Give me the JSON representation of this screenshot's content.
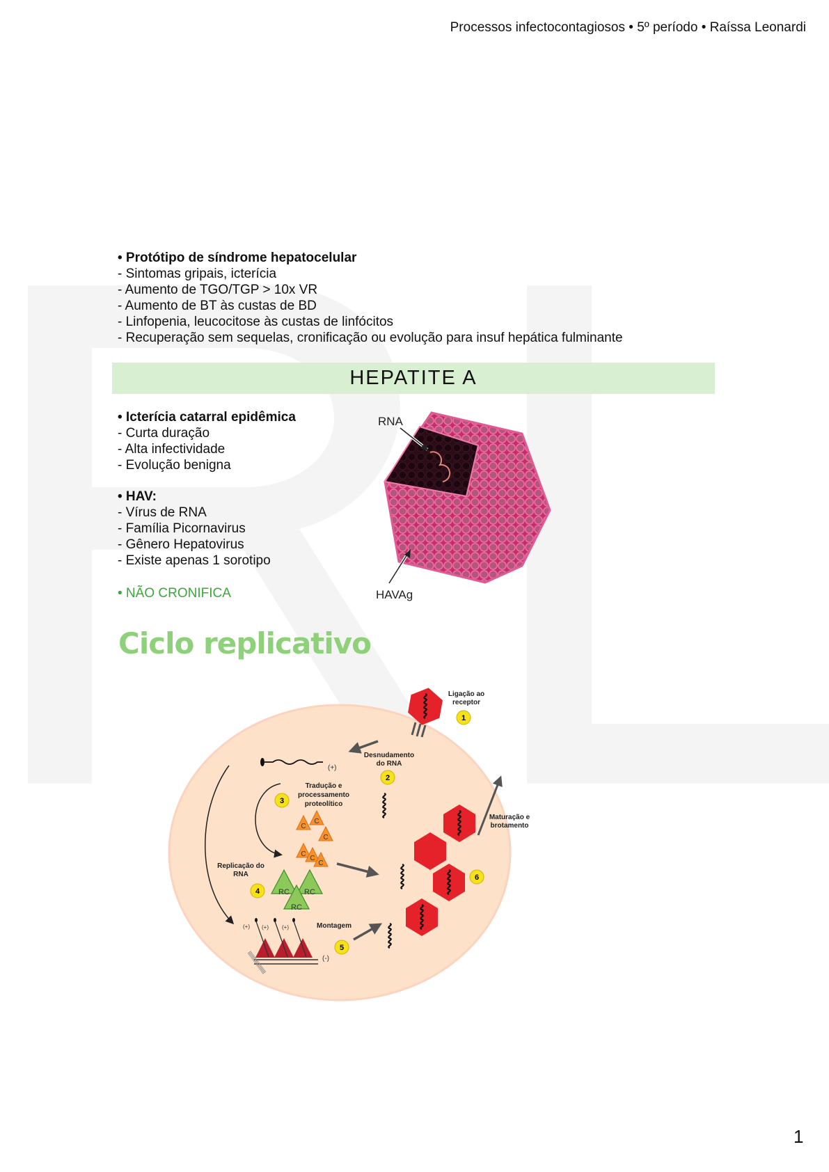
{
  "header": {
    "text": "Processos infectocontagiosos • 5º período • Raíssa Leonardi"
  },
  "watermark": {
    "letters": "RL",
    "color": "#f4f4f4"
  },
  "intro": {
    "title": "• Protótipo de síndrome hepatocelular",
    "items": [
      "- Sintomas gripais, icterícia",
      "- Aumento de TGO/TGP > 10x VR",
      "- Aumento de BT às custas de BD",
      "- Linfopenia, leucocitose às custas de linfócitos",
      "- Recuperação sem sequelas, cronificação ou evolução para insuf hepática fulminante"
    ]
  },
  "banner": {
    "title": "HEPATITE A",
    "color": "#d9efd2"
  },
  "section1": {
    "title": "• Icterícia catarral epidêmica",
    "items": [
      "- Curta duração",
      "- Alta infectividade",
      "- Evolução benigna"
    ]
  },
  "section2": {
    "title": "• HAV:",
    "items": [
      "- Vírus de RNA",
      "- Família Picornavirus",
      "- Gênero Hepatovirus",
      "- Existe apenas 1 sorotipo"
    ]
  },
  "highlight": {
    "text": "• NÃO CRONIFICA",
    "color": "#3aa83a"
  },
  "virus_figure": {
    "label_rna": "RNA",
    "label_havag": "HAVAg"
  },
  "cycle": {
    "title": "Ciclo replicativo",
    "steps": [
      {
        "num": "1",
        "label1": "Ligação ao",
        "label2": "receptor"
      },
      {
        "num": "2",
        "label1": "Desnudamento",
        "label2": "do RNA"
      },
      {
        "num": "3",
        "label1": "Tradução e",
        "label2": "processamento",
        "label3": "proteolítico"
      },
      {
        "num": "4",
        "label1": "Replicação do",
        "label2": "RNA"
      },
      {
        "num": "5",
        "label1": "Montagem"
      },
      {
        "num": "6",
        "label1": "Maturação e",
        "label2": "brotamento"
      }
    ],
    "plus": "(+)",
    "minus": "(-)",
    "capsid_label": "C",
    "rc_label": "RC"
  },
  "page_number": "1"
}
